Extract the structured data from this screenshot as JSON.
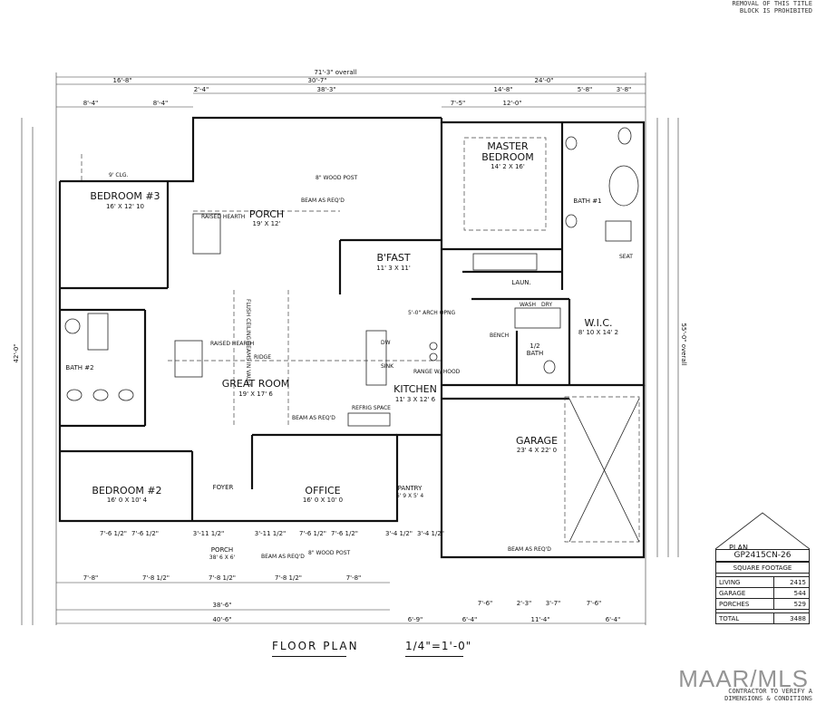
{
  "header_note": [
    "REMOVAL OF THIS TITLE",
    "BLOCK IS PROHIBITED"
  ],
  "overall": {
    "top": "71'-3\" overall",
    "right": "55'-0\" overall",
    "left": "42'-0\""
  },
  "dims_top": [
    "16'-8\"",
    "30'-7\"",
    "24'-0\"",
    "2'-4\"",
    "38'-3\"",
    "14'-8\"",
    "5'-8\"",
    "3'-8\"",
    "8'-4\"",
    "8'-4\"",
    "7'-5\"",
    "12'-0\""
  ],
  "rooms": {
    "master": {
      "name": "MASTER",
      "name2": "BEDROOM",
      "size": "14' 2 X 16'"
    },
    "bedroom3": {
      "name": "BEDROOM #3",
      "size": "16' X 12' 10"
    },
    "porch_back": {
      "name": "PORCH",
      "size": "19' X 12'"
    },
    "bfast": {
      "name": "B'FAST",
      "size": "11' 3 X 11'"
    },
    "bath1": {
      "name": "BATH #1"
    },
    "laun": {
      "name": "LAUN."
    },
    "wic": {
      "name": "W.I.C.",
      "size": "8' 10 X 14' 2"
    },
    "halfbath": {
      "name": "1/2",
      "name2": "BATH"
    },
    "bath2": {
      "name": "BATH #2"
    },
    "great": {
      "name": "GREAT ROOM",
      "size": "19' X 17' 6"
    },
    "kitchen": {
      "name": "KITCHEN",
      "size": "11' 3 X 12' 6"
    },
    "garage": {
      "name": "GARAGE",
      "size": "23' 4 X 22' 0"
    },
    "bedroom2": {
      "name": "BEDROOM #2",
      "size": "16' 0 X 10' 4"
    },
    "foyer": {
      "name": "FOYER"
    },
    "office": {
      "name": "OFFICE",
      "size": "16' 0 X 10' 0"
    },
    "pantry": {
      "name": "PANTRY",
      "size": "6' 9 X 5' 4"
    },
    "porch_front": {
      "name": "PORCH",
      "size": "38' 6 X 6'"
    }
  },
  "notes": {
    "beam1": "BEAM AS REQ'D",
    "beam2": "BEAM AS REQ'D",
    "beam3": "BEAM AS REQ'D",
    "beam4": "BEAM AS REQ'D",
    "ceil": "9' CLG.",
    "arch": "5'-0\" ARCH OPNG",
    "raised": "RAISED HEARTH",
    "raised2": "RAISED HEARTH",
    "wood": "8\" WOOD POST",
    "wood2": "8\" WOOD POST",
    "wash": "WASH",
    "dry": "DRY",
    "bench": "BENCH",
    "seat": "SEAT",
    "dw": "DW",
    "sink": "SINK",
    "fridge": "REFRIG SPACE",
    "stove": "RANGE W/ HOOD",
    "vault": "FLUSH CEILING BEAMS IN VAULT",
    "ridge": "RIDGE"
  },
  "dims_bottom": [
    "38'-6\"",
    "40'-6\"",
    "6'-9\"",
    "6'-4\"",
    "11'-4\"",
    "6'-4\""
  ],
  "dims_porch": [
    "7'-8\"",
    "7'-8 1/2\"",
    "7'-8 1/2\"",
    "7'-8 1/2\"",
    "7'-8\""
  ],
  "dims_front": [
    "7'-6 1/2\"",
    "7'-6 1/2\"",
    "3'-11 1/2\"",
    "3'-11 1/2\"",
    "7'-6 1/2\"",
    "7'-6 1/2\"",
    "3'-4 1/2\"",
    "3'-4 1/2\""
  ],
  "dims_garage_door": [
    "7'-6\"",
    "2'-3\"",
    "3'-7\"",
    "7'-6\""
  ],
  "title": "FLOOR PLAN",
  "scale": "1/4\"=1'-0\"",
  "plan_badge": "PLAN",
  "plan_code": "GP2415CN-26",
  "sqft_title": "SQUARE FOOTAGE",
  "sqft": [
    {
      "label": "LIVING",
      "value": "2415"
    },
    {
      "label": "GARAGE",
      "value": "544"
    },
    {
      "label": "PORCHES",
      "value": "529"
    },
    {
      "label": "TOTAL",
      "value": "3488"
    }
  ],
  "watermark": "MAAR/MLS",
  "footer_note": [
    "CONTRACTOR TO VERIFY A",
    "DIMENSIONS & CONDITIONS"
  ]
}
